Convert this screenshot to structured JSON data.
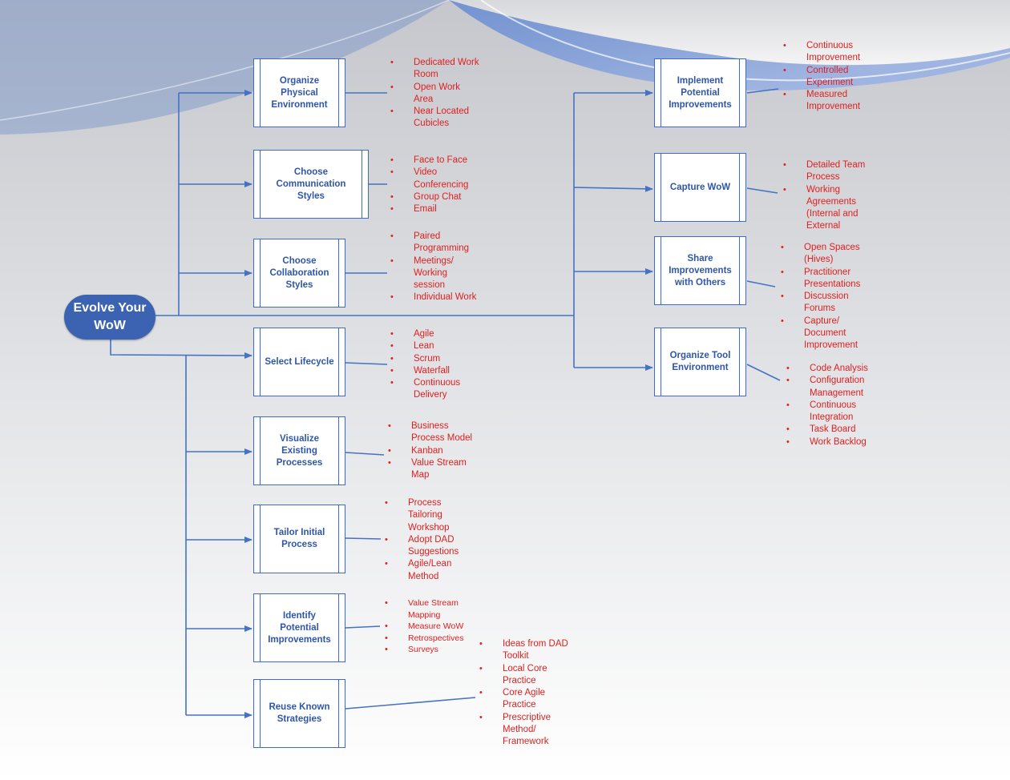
{
  "root_label": "Evolve Your WoW",
  "boxes": {
    "organize_physical": "Organize Physical Environment",
    "choose_communication": "Choose Communication Styles",
    "choose_collaboration": "Choose Collaboration Styles",
    "select_lifecycle": "Select Lifecycle",
    "visualize_processes": "Visualize Existing Processes",
    "tailor_process": "Tailor Initial Process",
    "identify_improvements": "Identify Potential Improvements",
    "reuse_strategies": "Reuse Known Strategies",
    "implement_improvements": "Implement Potential Improvements",
    "capture_wow": "Capture WoW",
    "share_improvements": "Share Improvements with Others",
    "organize_tool": "Organize Tool Environment"
  },
  "lists": {
    "organize_physical": [
      "Dedicated Work Room",
      "Open Work Area",
      "Near Located Cubicles"
    ],
    "choose_communication": [
      "Face to Face",
      "Video Conferencing",
      "Group Chat",
      "Email"
    ],
    "choose_collaboration": [
      "Paired Programming",
      "Meetings/ Working session",
      "Individual Work"
    ],
    "select_lifecycle": [
      "Agile",
      "Lean",
      "Scrum",
      "Waterfall",
      "Continuous Delivery"
    ],
    "visualize_processes": [
      "Business Process Model",
      "Kanban",
      "Value Stream Map"
    ],
    "tailor_process": [
      "Process Tailoring Workshop",
      "Adopt DAD Suggestions",
      "Agile/Lean Method"
    ],
    "identify_improvements": [
      "Value Stream Mapping",
      "Measure WoW",
      "Retrospectives",
      "Surveys"
    ],
    "reuse_strategies": [
      "Ideas from DAD Toolkit",
      "Local Core Practice",
      "Core Agile Practice",
      "Prescriptive Method/ Framework"
    ],
    "implement_improvements": [
      "Continuous Improvement",
      "Controlled Experiment",
      "Measured Improvement"
    ],
    "capture_wow": [
      "Detailed Team Process",
      "Working Agreements (Internal and External"
    ],
    "share_improvements": [
      "Open Spaces (Hives)",
      "Practitioner Presentations",
      "Discussion Forums",
      "Capture/ Document Improvement"
    ],
    "organize_tool": [
      "Code Analysis",
      "Configuration Management",
      "Continuous Integration",
      "Task Board",
      "Work Backlog"
    ]
  },
  "colors": {
    "box_border": "#3f6cc0",
    "box_text": "#2f56a8",
    "root_fill": "#3b63b1",
    "connector": "#4472c4",
    "bullet_text": "#e01f1f",
    "wave_blue": "#5b7fc7"
  }
}
